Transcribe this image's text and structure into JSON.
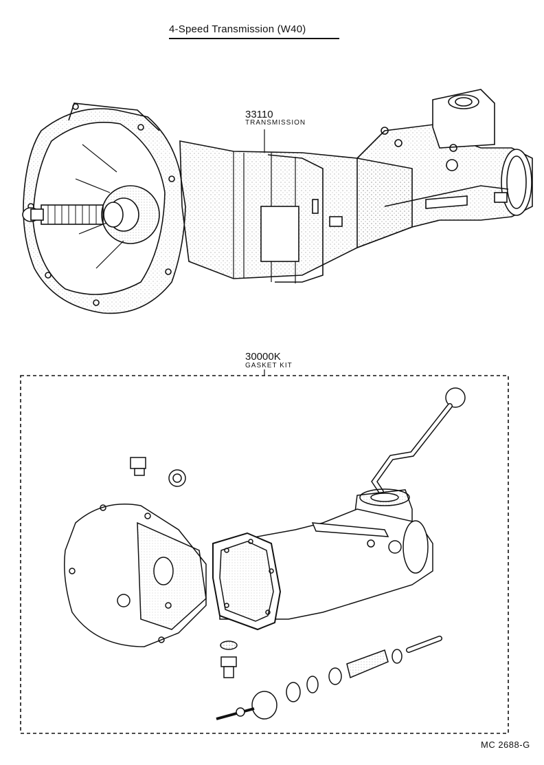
{
  "title": "4-Speed Transmission (W40)",
  "parts": [
    {
      "number": "33110",
      "name": "TRANSMISSION"
    },
    {
      "number": "30000K",
      "name": "GASKET KIT"
    }
  ],
  "footer_code": "MC  2688-G",
  "colors": {
    "ink": "#111111",
    "paper": "#ffffff"
  }
}
